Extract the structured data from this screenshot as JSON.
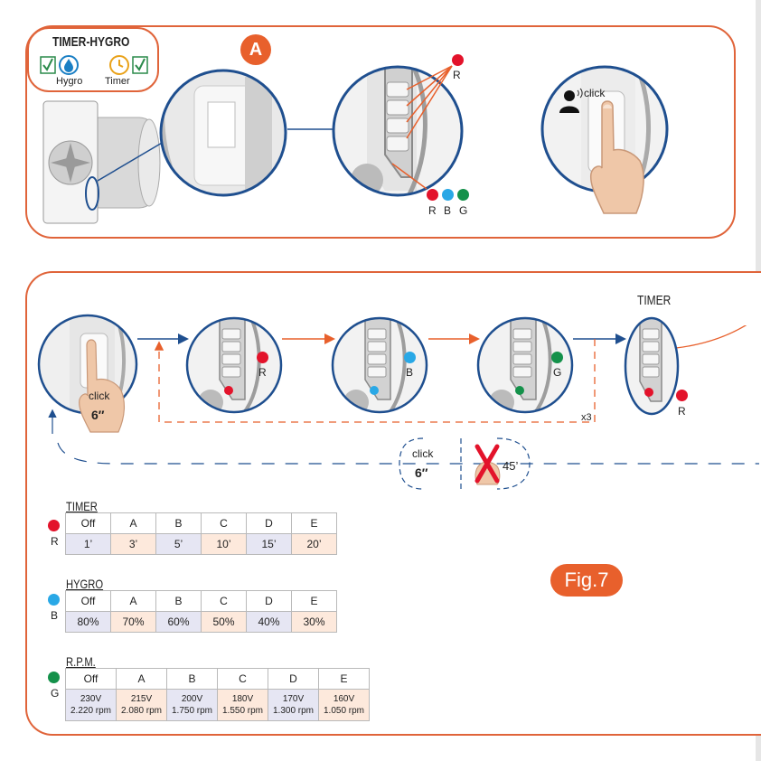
{
  "panel_a": {
    "mode_title": "TIMER-HYGRO",
    "hygro_label": "Hygro",
    "timer_label": "Timer",
    "badge": "A",
    "led_r": "R",
    "leds": [
      "R",
      "B",
      "G"
    ],
    "click_label": "click"
  },
  "panel_b": {
    "step1_click": "click",
    "step1_time": "6″",
    "leds": [
      "R",
      "B",
      "G"
    ],
    "timer_title": "TIMER",
    "timer_led": "R",
    "repeat_label": "x3",
    "reset_click": "click",
    "reset_time": "6″",
    "timeout": "45’",
    "fig_label": "Fig.7"
  },
  "timer_table": {
    "title": "TIMER",
    "led": "R",
    "headers": [
      "Off",
      "A",
      "B",
      "C",
      "D",
      "E"
    ],
    "values": [
      "1’",
      "3’",
      "5’",
      "10’",
      "15’",
      "20’"
    ]
  },
  "hygro_table": {
    "title": "HYGRO",
    "led": "B",
    "headers": [
      "Off",
      "A",
      "B",
      "C",
      "D",
      "E"
    ],
    "values": [
      "80%",
      "70%",
      "60%",
      "50%",
      "40%",
      "30%"
    ]
  },
  "rpm_table": {
    "title": "R.P.M.",
    "led": "G",
    "headers": [
      "Off",
      "A",
      "B",
      "C",
      "D",
      "E"
    ],
    "volts": [
      "230V",
      "215V",
      "200V",
      "180V",
      "170V",
      "160V"
    ],
    "rpm": [
      "2.220 rpm",
      "2.080 rpm",
      "1.750 rpm",
      "1.550 rpm",
      "1.300 rpm",
      "1.050 rpm"
    ]
  },
  "colors": {
    "accent": "#e8602c",
    "red_led": "#e3132b",
    "blue_led": "#29a8e6",
    "green_led": "#14914a",
    "circle_border": "#1f4f8f"
  }
}
